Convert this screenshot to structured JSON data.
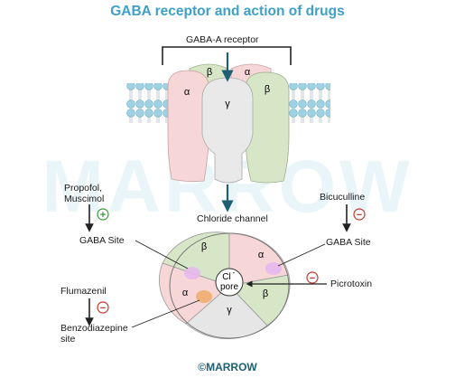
{
  "title": "GABA receptor and action of drugs",
  "colors": {
    "title": "#3fa0c8",
    "arrow": "#1e5f74",
    "alpha": "#f6d6d6",
    "beta": "#d7e6c6",
    "gamma": "#e6e6e6",
    "lipid": "#9fd1e3",
    "gaba_site": "#e7b8ee",
    "bzd_site": "#f0b27a",
    "plus": "#3a9a3a",
    "minus": "#c0392b",
    "watermark": "#3fa8c8"
  },
  "receptor": {
    "label": "GABA-A receptor",
    "subunits": {
      "alpha": "α",
      "beta": "β",
      "gamma": "γ"
    },
    "channel_label": "Chloride channel"
  },
  "pore": {
    "ion": "Cl",
    "superscript": "-",
    "label": "pore"
  },
  "drugs": {
    "propofol": "Propofol,",
    "muscimol": "Muscimol",
    "bicuculline": "Bicuculline",
    "flumazenil": "Flumazenil",
    "picrotoxin": "Picrotoxin"
  },
  "signs": {
    "plus": "+",
    "minus": "−"
  },
  "sites": {
    "gaba_left": "GABA Site",
    "gaba_right": "GABA Site",
    "bzd_line1": "Benzodiazepine",
    "bzd_line2": "site"
  },
  "watermark": "MARROW",
  "footer": "©MARROW"
}
